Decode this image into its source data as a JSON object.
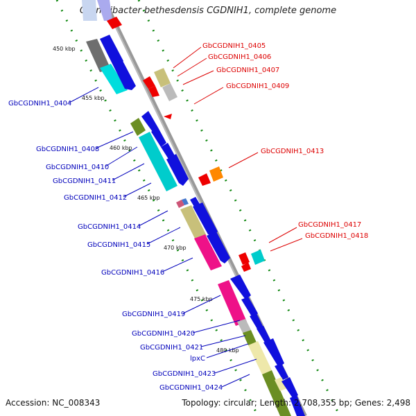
{
  "title": "Granulibacter bethesdensis CGDNIH1, complete genome",
  "footer": {
    "accession": "Accession: NC_008343",
    "topology": "Topology: circular; Length: 2,708,355 bp; Genes: 2,498"
  },
  "colors": {
    "forward_label": "#0000bb",
    "reverse_label": "#dd0000",
    "backbone": "#999999",
    "dotted_track": "#118811"
  },
  "ticks": [
    "450 kbp",
    "455 kbp",
    "460 kbp",
    "465 kbp",
    "470 kbp",
    "475 kbp",
    "480 kbp"
  ],
  "labels_left": [
    "GbCGDNIH1_0404",
    "GbCGDNIH1_0408",
    "GbCGDNIH1_0410",
    "GbCGDNIH1_0411",
    "GbCGDNIH1_0412",
    "GbCGDNIH1_0414",
    "GbCGDNIH1_0415",
    "GbCGDNIH1_0416",
    "GbCGDNIH1_0419",
    "GbCGDNIH1_0420",
    "GbCGDNIH1_0421",
    "lpxC",
    "GbCGDNIH1_0423",
    "GbCGDNIH1_0424"
  ],
  "labels_right": [
    "GbCGDNIH1_0405",
    "GbCGDNIH1_0406",
    "GbCGDNIH1_0407",
    "GbCGDNIH1_0409",
    "GbCGDNIH1_0413",
    "GbCGDNIH1_0417",
    "GbCGDNIH1_0418"
  ]
}
